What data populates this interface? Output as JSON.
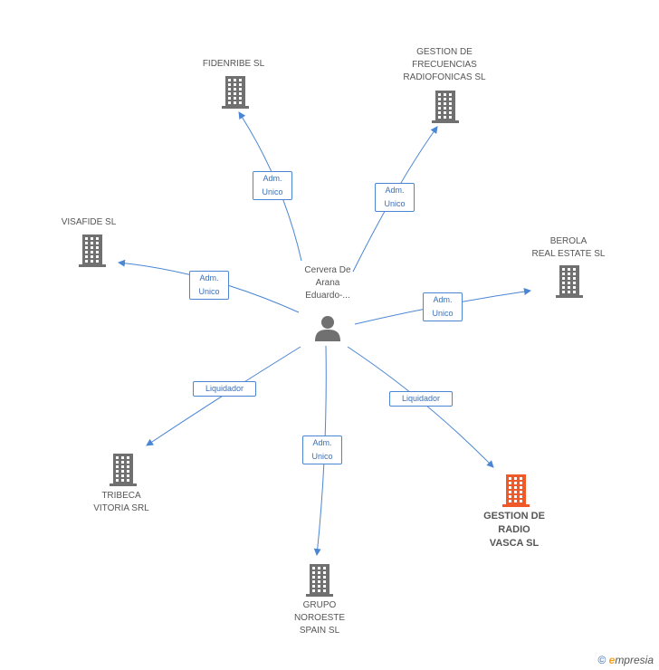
{
  "center": {
    "label": "Cervera De\nArana\nEduardo-..."
  },
  "nodes": [
    {
      "id": "fidenribe",
      "label": "FIDENRIBE SL",
      "highlight": false
    },
    {
      "id": "gestion-frecuencias",
      "label": "GESTION DE\nFRECUENCIAS\nRADIOFONICAS SL",
      "highlight": false
    },
    {
      "id": "visafide",
      "label": "VISAFIDE  SL",
      "highlight": false
    },
    {
      "id": "berola",
      "label": "BEROLA\nREAL ESTATE SL",
      "highlight": false
    },
    {
      "id": "tribeca",
      "label": "TRIBECA\nVITORIA SRL",
      "highlight": false
    },
    {
      "id": "grupo-noroeste",
      "label": "GRUPO\nNOROESTE\nSPAIN  SL",
      "highlight": false
    },
    {
      "id": "gestion-radio-vasca",
      "label": "GESTION DE\nRADIO\nVASCA SL",
      "highlight": true
    }
  ],
  "edges": [
    {
      "to": "fidenribe",
      "label": "Adm.\nUnico"
    },
    {
      "to": "gestion-frecuencias",
      "label": "Adm.\nUnico"
    },
    {
      "to": "visafide",
      "label": "Adm.\nUnico"
    },
    {
      "to": "berola",
      "label": "Adm.\nUnico"
    },
    {
      "to": "tribeca",
      "label": "Liquidador"
    },
    {
      "to": "grupo-noroeste",
      "label": "Adm.\nUnico"
    },
    {
      "to": "gestion-radio-vasca",
      "label": "Liquidador"
    }
  ],
  "colors": {
    "edge": "#4a86d4",
    "building": "#707070",
    "building_highlight": "#f05a28",
    "person": "#707070"
  },
  "footer": {
    "copyright": "©",
    "brand_e": "e",
    "brand_rest": "mpresia"
  }
}
